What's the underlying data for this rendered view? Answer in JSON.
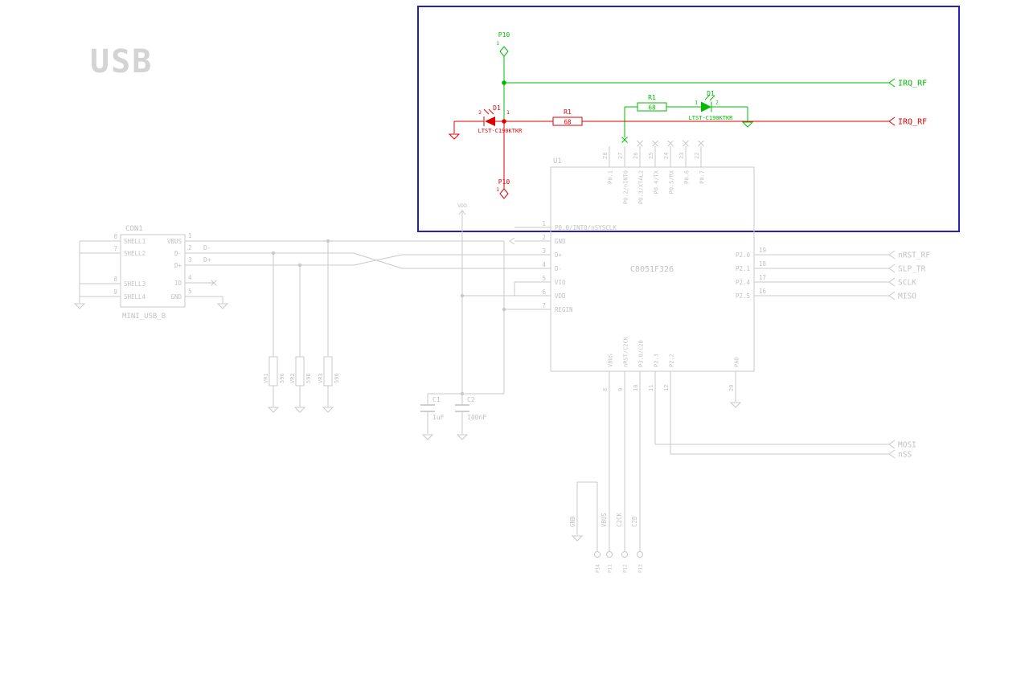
{
  "sheet": {
    "title": "USB"
  },
  "colors": {
    "faded": "#c9c9cd",
    "added_green": "#00bc00",
    "removed_red": "#e00000",
    "highlight_bg": "#ffffc6",
    "highlight_border": "#2222b8"
  },
  "highlight": {
    "added": {
      "p10": {
        "ref": "P10",
        "pin": "1"
      },
      "irq_rf": "IRQ_RF",
      "r1": {
        "ref": "R1",
        "value": "68"
      },
      "d1": {
        "ref": "D1",
        "value": "LTST-C190KTKR",
        "pin_left": "1",
        "pin_right": "2"
      }
    },
    "removed": {
      "p10": {
        "ref": "P10",
        "pin": "1"
      },
      "irq_rf": "IRQ_RF",
      "r1": {
        "ref": "R1",
        "value": "68"
      },
      "d1": {
        "ref": "D1",
        "value": "LTST-C190KTKR",
        "pin_left": "2",
        "pin_right": "1"
      }
    }
  },
  "connector": {
    "ref": "CON1",
    "footprint": "MINI_USB_B",
    "shell_pins": [
      {
        "num": "6",
        "name": "SHELL1"
      },
      {
        "num": "7",
        "name": "SHELL2"
      },
      {
        "num": "8",
        "name": "SHELL3"
      },
      {
        "num": "9",
        "name": "SHELL4"
      }
    ],
    "signal_pins": [
      {
        "num": "1",
        "name": "VBUS"
      },
      {
        "num": "2",
        "name": "D-"
      },
      {
        "num": "3",
        "name": "D+"
      },
      {
        "num": "4",
        "name": "ID"
      },
      {
        "num": "5",
        "name": "GND"
      }
    ]
  },
  "net_labels": {
    "dminus": "D-",
    "dplus": "D+"
  },
  "mcu": {
    "ref": "U1",
    "value": "C8051F326",
    "left_pins": [
      {
        "num": "1",
        "name": "P0.0/INT0/nSYSCLK"
      },
      {
        "num": "2",
        "name": "GND"
      },
      {
        "num": "3",
        "name": "D+"
      },
      {
        "num": "4",
        "name": "D-"
      },
      {
        "num": "5",
        "name": "VIO"
      },
      {
        "num": "6",
        "name": "VDD"
      },
      {
        "num": "7",
        "name": "REGIN"
      }
    ],
    "top_pins": [
      {
        "num": "28",
        "name": "P0.1"
      },
      {
        "num": "27",
        "name": "P0.2/nINT0"
      },
      {
        "num": "26",
        "name": "P0.3/XTAL2"
      },
      {
        "num": "25",
        "name": "P0.4/TX"
      },
      {
        "num": "24",
        "name": "P0.5/RX"
      },
      {
        "num": "23",
        "name": "P0.6"
      },
      {
        "num": "22",
        "name": "P0.7"
      }
    ],
    "right_pins": [
      {
        "num": "19",
        "name": "P2.0",
        "net": "nRST_RF"
      },
      {
        "num": "18",
        "name": "P2.1",
        "net": "SLP_TR"
      },
      {
        "num": "17",
        "name": "P2.4",
        "net": "SCLK"
      },
      {
        "num": "16",
        "name": "P2.5",
        "net": "MISO"
      }
    ],
    "bottom_pins": [
      {
        "num": "8",
        "name": "VBUS"
      },
      {
        "num": "9",
        "name": "nRST/C2CK"
      },
      {
        "num": "10",
        "name": "P3.0/C2D"
      },
      {
        "num": "11",
        "name": "P2.3"
      },
      {
        "num": "12",
        "name": "P2.2"
      },
      {
        "num": "29",
        "name": "PAD"
      }
    ]
  },
  "resistors": [
    {
      "ref": "VR1",
      "value": "596"
    },
    {
      "ref": "VR2",
      "value": "596"
    },
    {
      "ref": "VR3",
      "value": "596"
    }
  ],
  "capacitors": [
    {
      "ref": "C1",
      "value": "1uF"
    },
    {
      "ref": "C2",
      "value": "100nF"
    }
  ],
  "power": {
    "vdd": "VDD"
  },
  "spi_flags": {
    "mosi": "MOSI",
    "nss": "nSS"
  },
  "testpoints": {
    "nets": [
      "GND",
      "VBUS",
      "C2CK",
      "C2D"
    ],
    "refs": [
      "P14",
      "P11",
      "P12",
      "P13"
    ]
  }
}
